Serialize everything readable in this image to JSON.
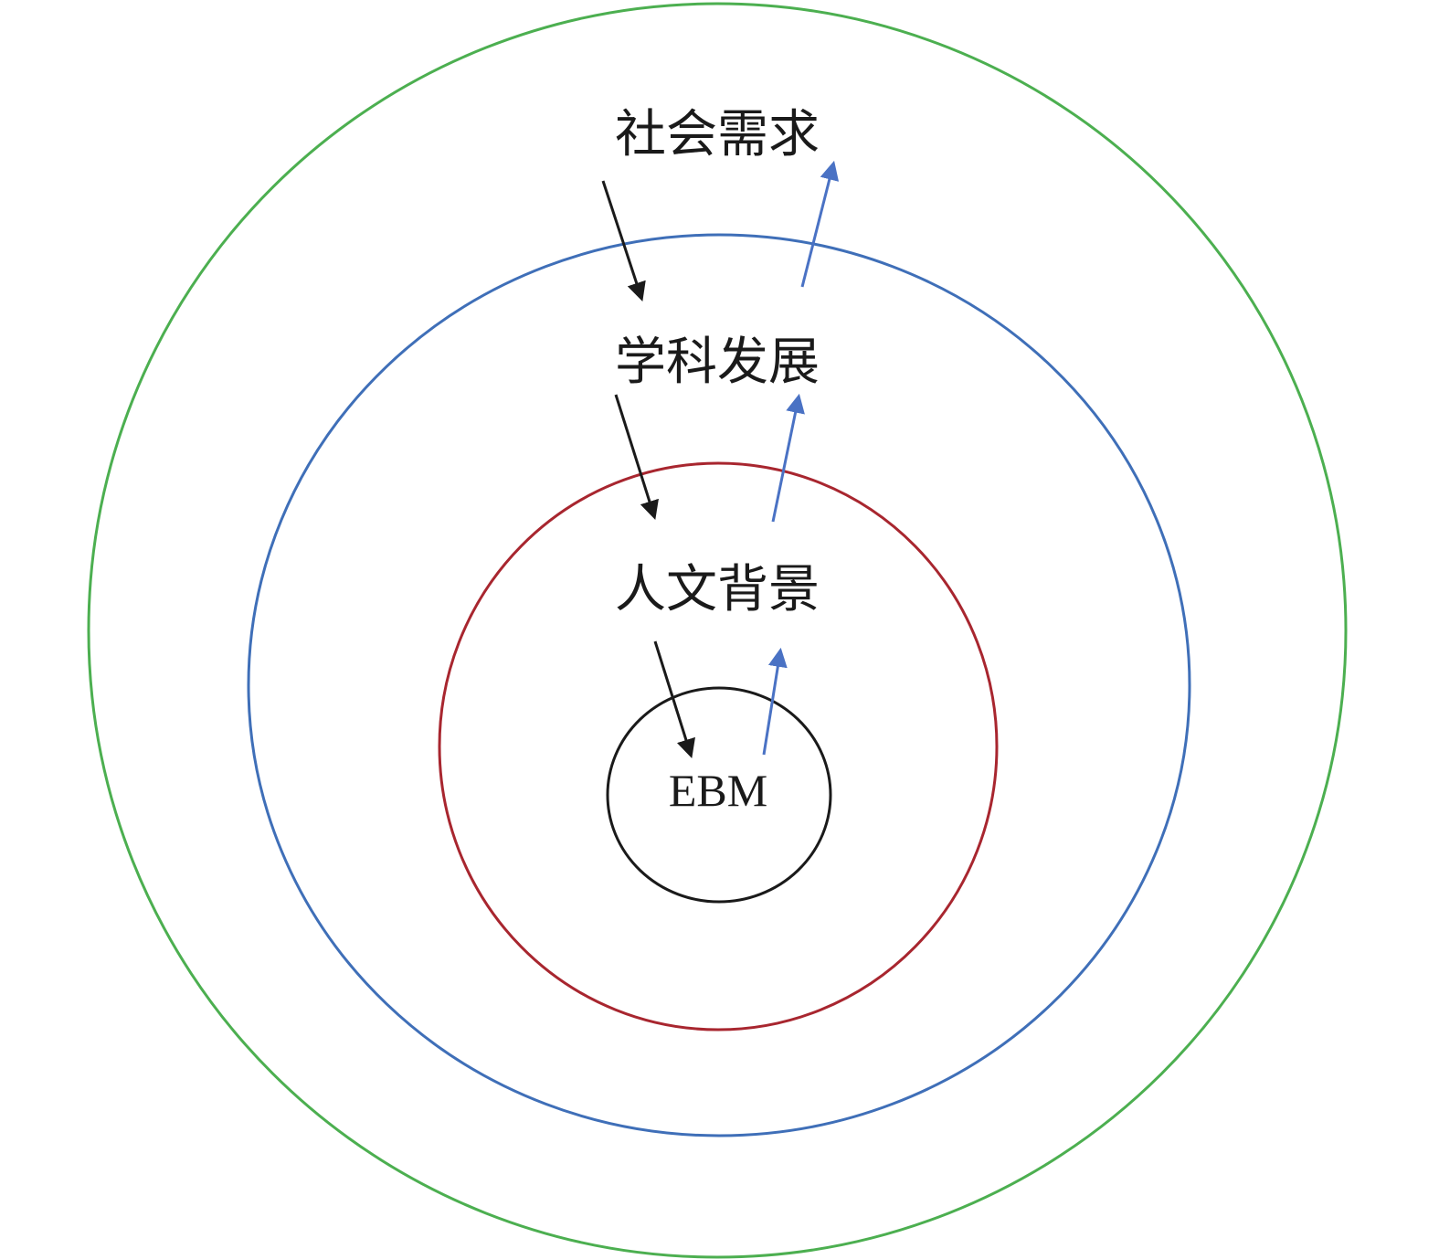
{
  "layers": [
    {
      "id": "outer",
      "label": "社会需求",
      "color": "#4caf50"
    },
    {
      "id": "second",
      "label": "学科发展",
      "color": "#3f6fb8"
    },
    {
      "id": "third",
      "label": "人文背景",
      "color": "#a8262f"
    },
    {
      "id": "core",
      "label": "EBM",
      "color": "#1a1a1a"
    }
  ],
  "arrow_colors": {
    "inward": "#1a1a1a",
    "outward": "#4a72c4"
  }
}
